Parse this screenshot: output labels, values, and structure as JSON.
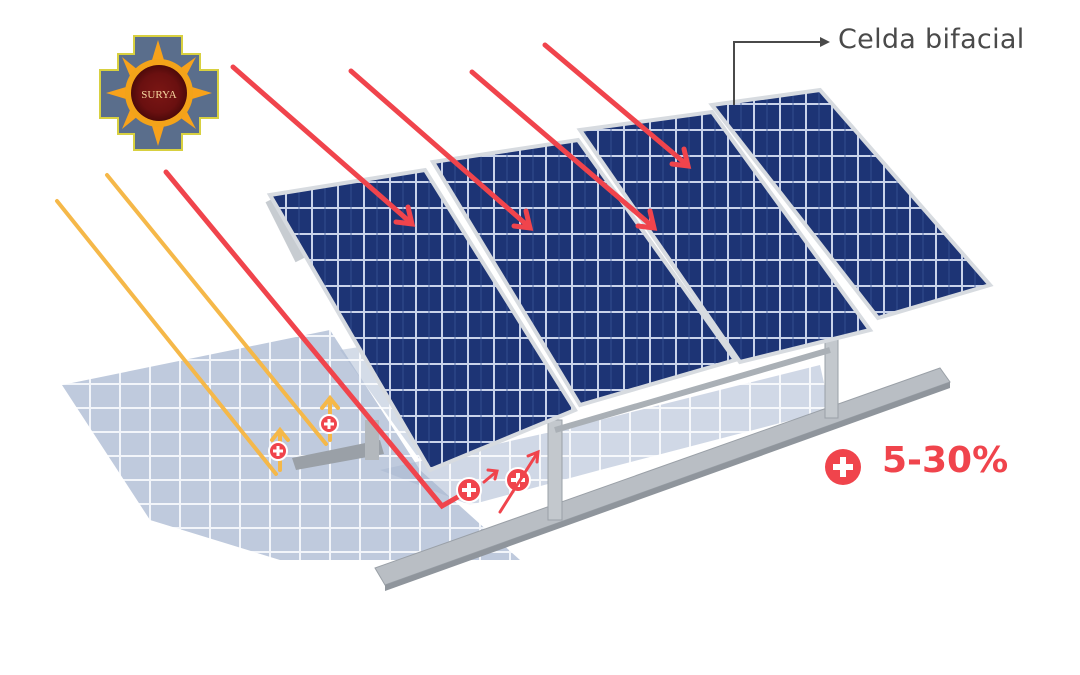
{
  "callout": {
    "label": "Celda bifacial"
  },
  "gain": {
    "label": "5-30%"
  },
  "logo": {
    "text": "SURYA",
    "icon": "sun-mandala-logo"
  },
  "colors": {
    "panel": "#1d3475",
    "cell_line": "#c9d3ea",
    "frame": "#d7dbe0",
    "steel": "#b9bec4",
    "sunlight_direct": "#f0444c",
    "sunlight_reflected": "#f5b849",
    "gain_accent": "#f0444c",
    "callout_text": "#4a4a4a",
    "shadow": "#9fb0cc"
  },
  "icons": [
    "plus-badge-icon",
    "arrow-right-icon",
    "arrow-up-icon"
  ]
}
